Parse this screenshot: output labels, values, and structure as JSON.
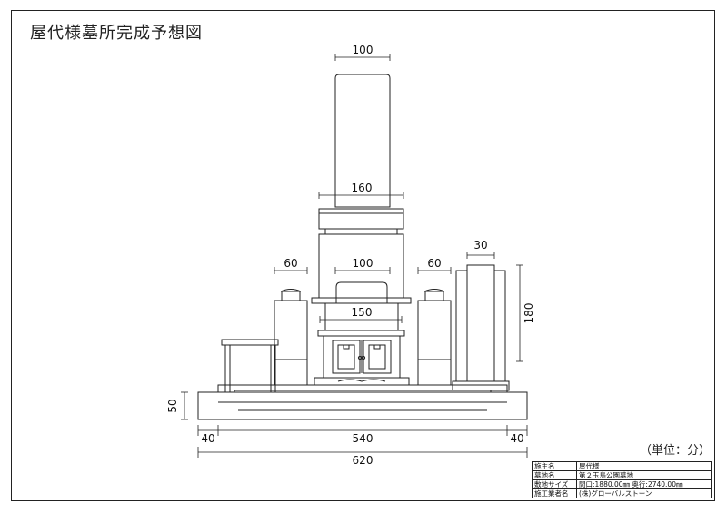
{
  "title": "屋代様墓所完成予想図",
  "unit_label": "（単位：分）",
  "dimensions": {
    "top_width": "100",
    "cap_width": "160",
    "flower_left": "60",
    "center_upper": "100",
    "flower_right": "60",
    "stand_width": "30",
    "table_width": "150",
    "stand_height": "180",
    "base_height": "50",
    "left_margin": "40",
    "inner_width": "540",
    "right_margin": "40",
    "total_width": "620"
  },
  "info_table": [
    {
      "label": "施主名",
      "value": "屋代様"
    },
    {
      "label": "墓地名",
      "value": "第２玉島公園墓地"
    },
    {
      "label": "敷地サイズ",
      "value": "間口:1880.00㎜ 奥行:2740.00㎜"
    },
    {
      "label": "施工業者名",
      "value": "(株)グローバルストーン"
    }
  ]
}
